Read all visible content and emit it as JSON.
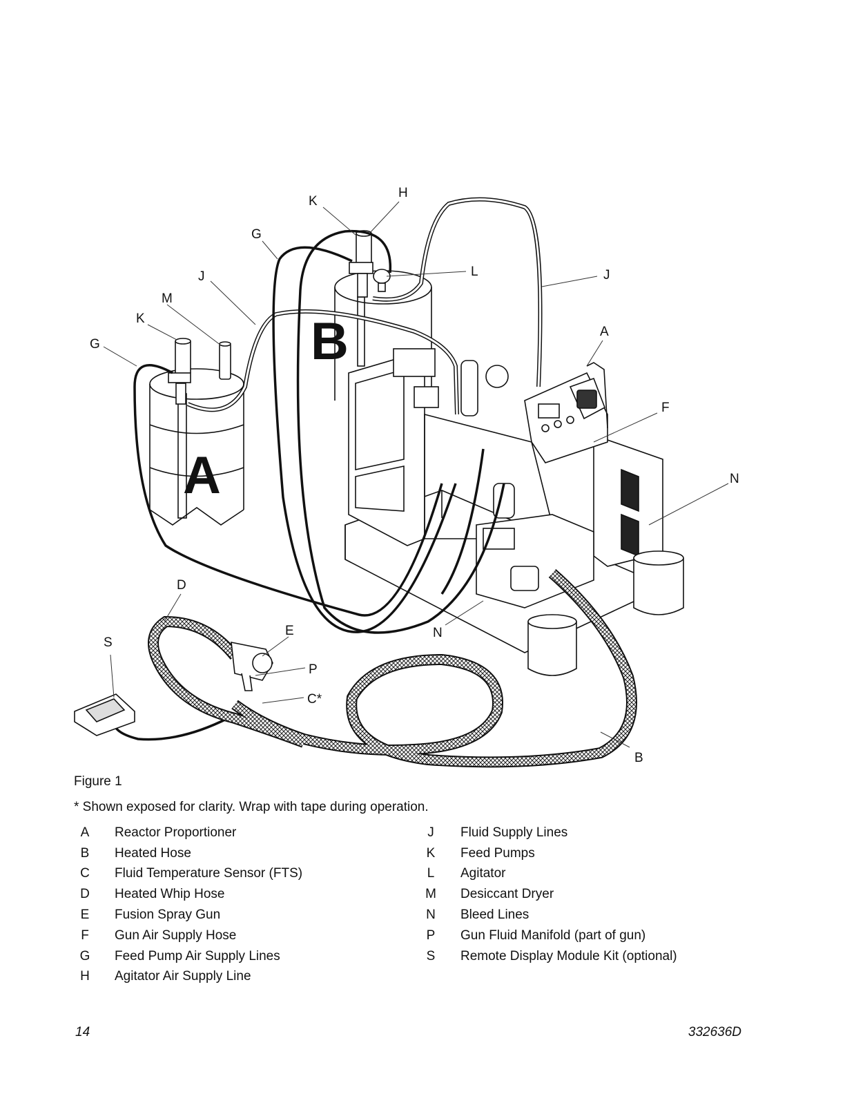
{
  "figure": {
    "large_labels": [
      "A",
      "B"
    ],
    "callouts": [
      "K",
      "H",
      "G",
      "L",
      "J",
      "J",
      "M",
      "K",
      "G",
      "A",
      "F",
      "N",
      "D",
      "E",
      "S",
      "P",
      "C*",
      "N",
      "B"
    ]
  },
  "caption": {
    "title": "Figure 1",
    "note": "* Shown exposed for clarity. Wrap with tape during operation."
  },
  "legend_left": [
    {
      "letter": "A",
      "desc": "Reactor Proportioner"
    },
    {
      "letter": "B",
      "desc": "Heated Hose"
    },
    {
      "letter": "C",
      "desc": "Fluid Temperature Sensor (FTS)"
    },
    {
      "letter": "D",
      "desc": "Heated Whip Hose"
    },
    {
      "letter": "E",
      "desc": "Fusion Spray Gun"
    },
    {
      "letter": "F",
      "desc": "Gun Air Supply Hose"
    },
    {
      "letter": "G",
      "desc": "Feed Pump Air Supply Lines"
    },
    {
      "letter": "H",
      "desc": "Agitator Air Supply Line"
    }
  ],
  "legend_right": [
    {
      "letter": "J",
      "desc": "Fluid Supply Lines"
    },
    {
      "letter": "K",
      "desc": "Feed Pumps"
    },
    {
      "letter": "L",
      "desc": "Agitator"
    },
    {
      "letter": "M",
      "desc": "Desiccant Dryer"
    },
    {
      "letter": "N",
      "desc": "Bleed Lines"
    },
    {
      "letter": "P",
      "desc": "Gun Fluid Manifold (part of gun)"
    },
    {
      "letter": "S",
      "desc": "Remote Display Module Kit (optional)"
    }
  ],
  "footer": {
    "page_number": "14",
    "doc_number": "332636D"
  }
}
